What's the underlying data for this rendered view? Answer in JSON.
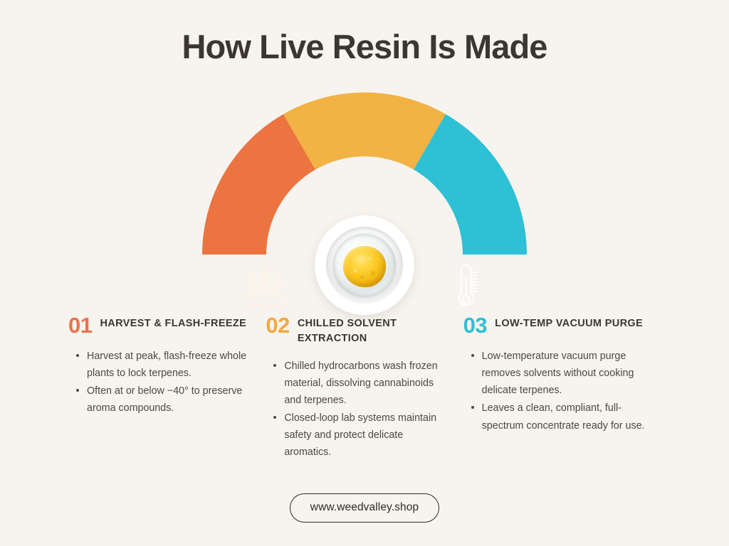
{
  "page": {
    "title": "How Live Resin Is Made",
    "background_color": "#F7F4EF",
    "text_color": "#3B3631"
  },
  "diagram": {
    "type": "semicircle-donut",
    "center_image_name": "live-resin-jar-photo",
    "segments": [
      {
        "id": "segment-harvest",
        "color": "#EC7440",
        "icon": "plants-field-icon",
        "start_angle": 180,
        "end_angle": 120
      },
      {
        "id": "segment-extraction",
        "color": "#F2B244",
        "icon": "thermometer-snowflakes-icon",
        "start_angle": 120,
        "end_angle": 60
      },
      {
        "id": "segment-purge",
        "color": "#2EC0D4",
        "icon": "thermometer-icon",
        "start_angle": 60,
        "end_angle": 0
      }
    ]
  },
  "steps": [
    {
      "number": "01",
      "number_color": "#E8734A",
      "title": "HARVEST & FLASH-FREEZE",
      "bullets": [
        "Harvest at peak, flash-freeze whole plants to lock terpenes.",
        "Often at or below −40° to preserve aroma compounds."
      ]
    },
    {
      "number": "02",
      "number_color": "#F2A93F",
      "title": "CHILLED SOLVENT EXTRACTION",
      "bullets": [
        "Chilled hydrocarbons wash frozen material, dissolving cannabinoids and terpenes.",
        "Closed-loop lab systems maintain safety and protect delicate aromatics."
      ]
    },
    {
      "number": "03",
      "number_color": "#2EC0D4",
      "title": "LOW-TEMP VACUUM PURGE",
      "bullets": [
        "Low-temperature vacuum purge removes solvents without cooking delicate terpenes.",
        "Leaves a clean, compliant, full-spectrum concentrate ready for use."
      ]
    }
  ],
  "footer": {
    "url": "www.weedvalley.shop"
  }
}
